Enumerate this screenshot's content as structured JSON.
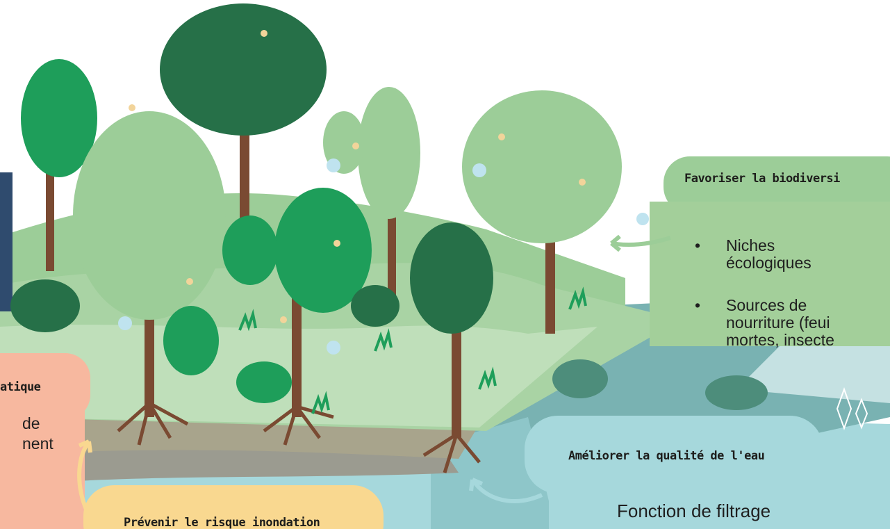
{
  "callouts": {
    "biodiversity": {
      "title": "Favoriser la biodiversi",
      "bullets": [
        "Niches\nécologiques",
        "Sources de\nnourriture (feui\nmortes, insecte"
      ]
    },
    "climate": {
      "title": "atique",
      "text_line1": "de",
      "text_line2": "nent"
    },
    "water_quality": {
      "title": "Améliorer la qualité de l'eau",
      "text": "Fonction de filtrage"
    },
    "flood": {
      "title": "Prévenir le risque inondation"
    }
  },
  "colors": {
    "light_green": "#9ccd98",
    "mid_green": "#1e9e5a",
    "dark_green": "#267048",
    "pale_green": "#a9d3a4",
    "trunk": "#7a4a32",
    "water": "#a6d8dc",
    "peach": "#f7b89f",
    "yellow": "#f9d890",
    "navy": "#2f4b6e"
  }
}
